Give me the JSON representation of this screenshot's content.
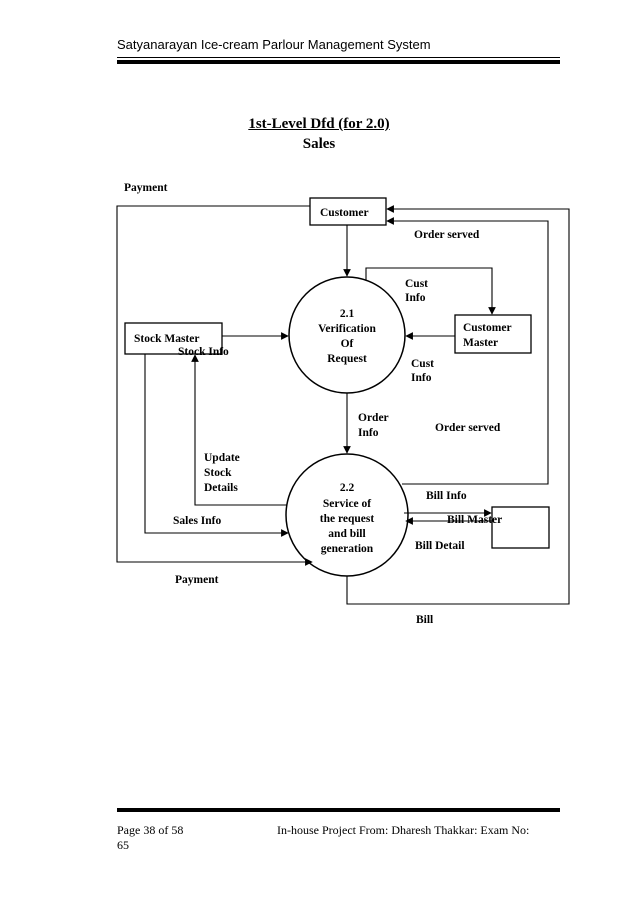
{
  "header": {
    "title": "Satyanarayan Ice-cream Parlour Management System"
  },
  "diagram": {
    "title": "1st-Level Dfd (for 2.0)",
    "subtitle": "Sales",
    "entities": {
      "customer": "Customer",
      "stock_master": "Stock Master",
      "customer_master_line1": "Customer",
      "customer_master_line2": "Master",
      "bill_master": "Bill Master"
    },
    "processes": {
      "p21": [
        "2.1",
        "Verification",
        "Of",
        "Request"
      ],
      "p22": [
        "2.2",
        "Service of",
        "the request",
        "and bill",
        "generation"
      ]
    },
    "flows": {
      "payment_top": "Payment",
      "order_served_top": "Order served",
      "cust_info_top": [
        "Cust",
        "Info"
      ],
      "cust_info_bottom": [
        "Cust",
        "Info"
      ],
      "stock_info": "Stock Info",
      "order_info": [
        "Order",
        "Info"
      ],
      "order_served_mid": "Order served",
      "update_stock": [
        "Update",
        "Stock",
        "Details"
      ],
      "bill_info": "Bill Info",
      "sales_info": "Sales Info",
      "bill_detail": "Bill Detail",
      "payment_bottom": "Payment",
      "bill": "Bill"
    }
  },
  "footer": {
    "page": "Page 38 of 58",
    "project_line1": "In-house Project From: Dharesh Thakkar: Exam No:",
    "project_line2": "65"
  }
}
